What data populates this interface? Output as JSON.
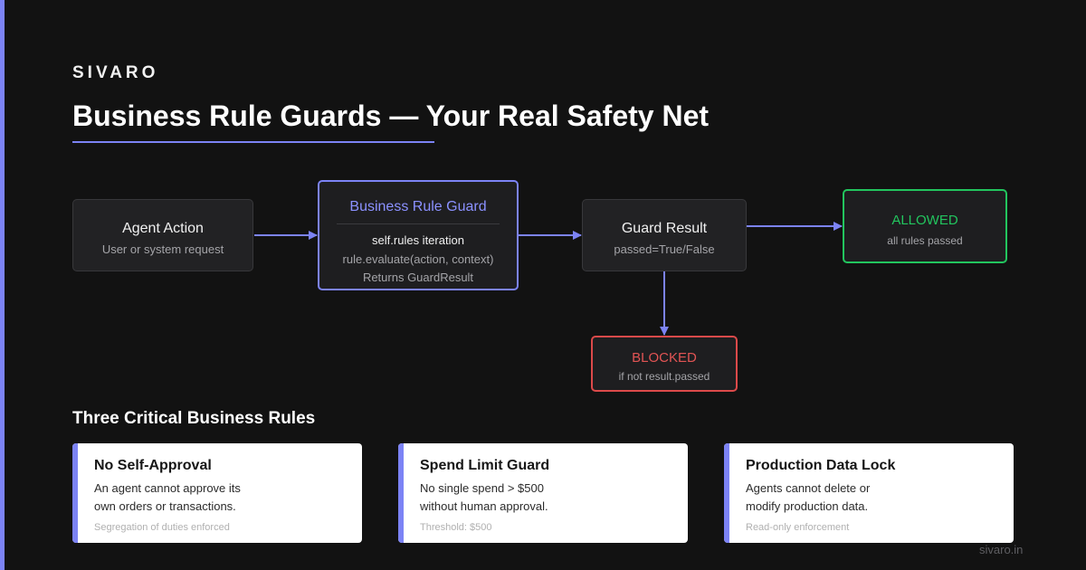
{
  "brand": "SIVARO",
  "title": "Business Rule Guards — Your Real Safety Net",
  "colors": {
    "accent": "#7c83f5",
    "background": "#121212",
    "allowed": "#22c55e",
    "blocked": "#dc4a4a"
  },
  "flow": {
    "agent_action": {
      "title": "Agent Action",
      "subtitle": "User or system request"
    },
    "guard": {
      "title": "Business Rule Guard",
      "line1": "self.rules iteration",
      "line2": "rule.evaluate(action, context)",
      "line3": "Returns GuardResult"
    },
    "result": {
      "title": "Guard Result",
      "subtitle": "passed=True/False"
    },
    "allowed": {
      "title": "ALLOWED",
      "subtitle": "all rules passed"
    },
    "blocked": {
      "title": "BLOCKED",
      "subtitle": "if not result.passed"
    }
  },
  "rules_heading": "Three Critical Business Rules",
  "rules": [
    {
      "title": "No Self-Approval",
      "body_line1": "An agent cannot approve its",
      "body_line2": "own orders or transactions.",
      "footnote": "Segregation of duties enforced"
    },
    {
      "title": "Spend Limit Guard",
      "body_line1": "No single spend > $500",
      "body_line2": "without human approval.",
      "footnote": "Threshold: $500"
    },
    {
      "title": "Production Data Lock",
      "body_line1": "Agents cannot delete or",
      "body_line2": "modify production data.",
      "footnote": "Read-only enforcement"
    }
  ],
  "footer_url": "sivaro.in"
}
